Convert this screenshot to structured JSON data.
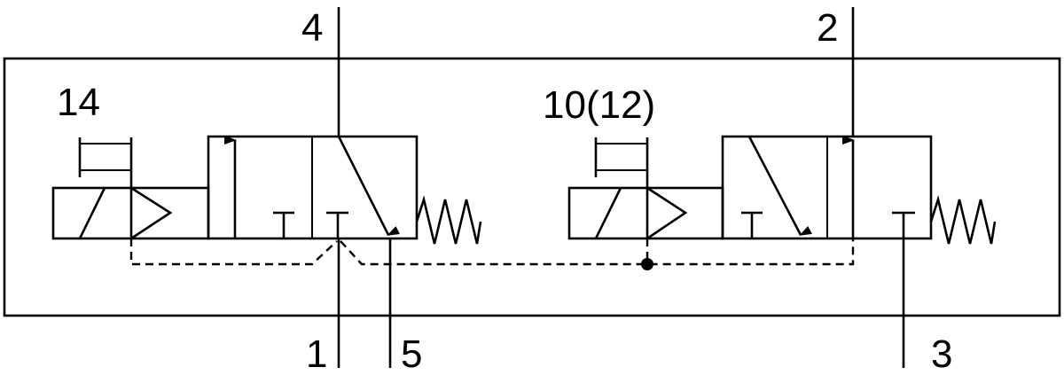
{
  "diagram": {
    "type": "pneumatic-schematic",
    "labels": {
      "port_4": "4",
      "port_2": "2",
      "port_1": "1",
      "port_5": "5",
      "port_3": "3",
      "pilot_left": "14",
      "pilot_right": "10(12)"
    },
    "colors": {
      "stroke": "#000000",
      "background": "#ffffff"
    }
  }
}
